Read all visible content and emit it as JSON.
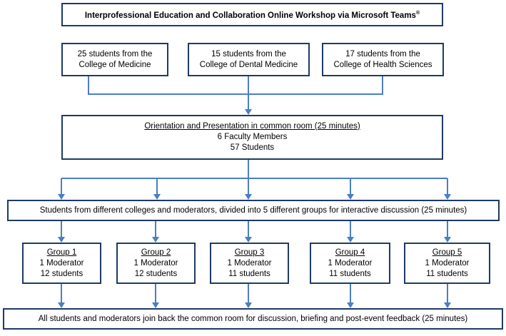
{
  "title": {
    "text": "Interprofessional  Education  and  Collaboration  Online  Workshop  via  Microsoft  Teams",
    "mark": "®"
  },
  "sources": [
    {
      "line1": "25 students  from the",
      "line2": "College of Medicine"
    },
    {
      "line1": "15 students  from the",
      "line2": "College of Dental Medicine"
    },
    {
      "line1": "17 students  from the",
      "line2": "College of Health Sciences"
    }
  ],
  "orientation": {
    "heading": "Orientation and Presentation  in  common room  (25 minutes)",
    "line2": "6 Faculty Members",
    "line3": "57 Students"
  },
  "division": {
    "text": "Students  from different colleges and moderators,  divided into 5 different groups for interactive discussion  (25 minutes)"
  },
  "groups": [
    {
      "name": "Group 1",
      "moderator": "1 Moderator",
      "students": "12 students"
    },
    {
      "name": "Group 2",
      "moderator": "1 Moderator",
      "students": "12 students"
    },
    {
      "name": "Group 3",
      "moderator": "1 Moderator",
      "students": "11 students"
    },
    {
      "name": "Group 4",
      "moderator": "1 Moderator",
      "students": "11 students"
    },
    {
      "name": "Group 5",
      "moderator": "1 Moderator",
      "students": "11 students"
    }
  ],
  "final": {
    "text": "All students and moderators  join back the common room for discussion, briefing and post-event feedback (25 minutes)"
  }
}
